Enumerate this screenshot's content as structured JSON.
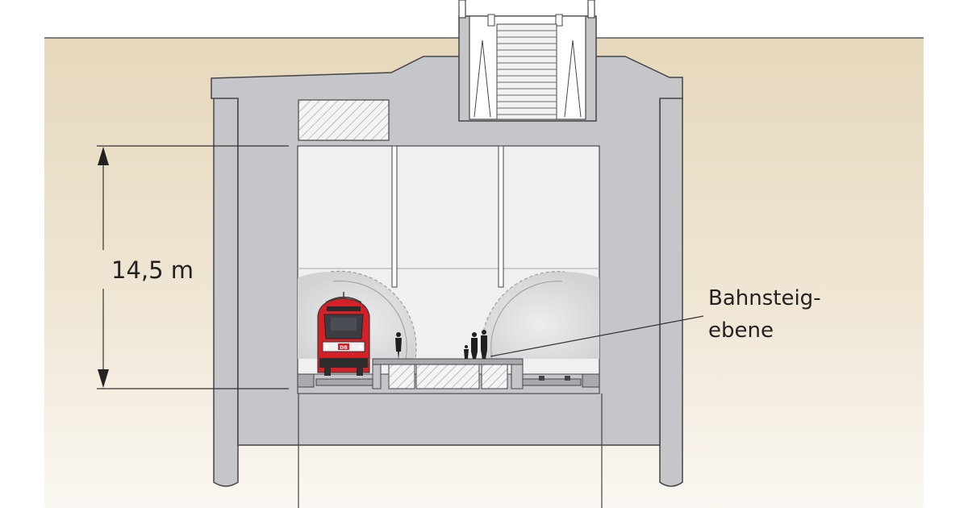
{
  "diagram": {
    "dimension": {
      "value_text": "14,5 m",
      "meters": 14.5
    },
    "platform_label": {
      "line1": "Bahnsteig-",
      "line2": "ebene"
    },
    "train": {
      "logo_text": "DB"
    }
  },
  "colors": {
    "ground": "#ede2cf",
    "concrete": "#c5c6c9",
    "concrete_dark": "#a7a9ad",
    "outline": "#454545",
    "station_space": "#f0f0f0",
    "tunnel": "#dcdcde",
    "train_red": "#d62027",
    "dimension_line": "#333333"
  }
}
